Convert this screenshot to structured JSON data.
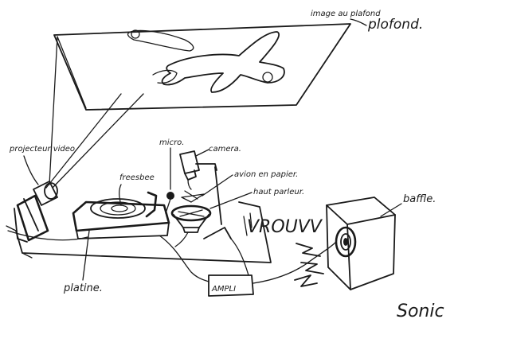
{
  "labels": {
    "image_au_plafond": "image au plafond",
    "projecteur_video": "projecteur video.",
    "micro": "micro.",
    "camera": "camera.",
    "freesbee": "freesbee",
    "avion_en_papier": "avion en papier.",
    "haut_parleur": "haut parleur.",
    "vrouvv": "VROUVV",
    "baffle": "baffle.",
    "platine": "platine.",
    "ampli": "AMPLI",
    "signature": "Sonic"
  }
}
